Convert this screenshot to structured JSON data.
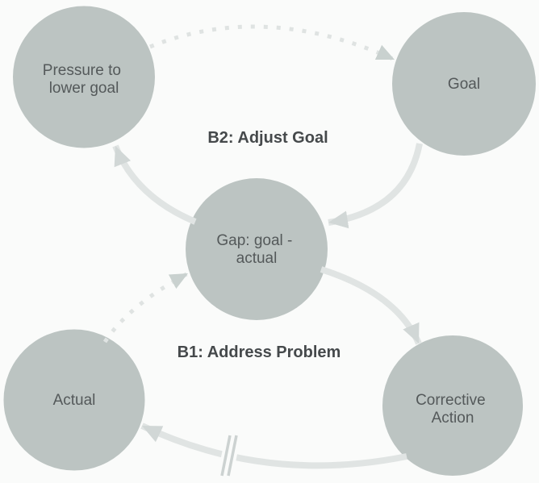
{
  "diagram": {
    "type": "causal-loop-diagram",
    "nodes": [
      {
        "id": "pressure-to-lower-goal",
        "lines": [
          "Pressure to",
          "lower goal"
        ]
      },
      {
        "id": "goal",
        "label": "Goal"
      },
      {
        "id": "gap-goal-actual",
        "lines": [
          "Gap: goal -",
          "actual"
        ]
      },
      {
        "id": "actual",
        "label": "Actual"
      },
      {
        "id": "corrective-action",
        "lines": [
          "Corrective",
          "Action"
        ]
      }
    ],
    "loops": [
      {
        "id": "b2",
        "label": "B2: Adjust Goal"
      },
      {
        "id": "b1",
        "label": "B1: Address Problem"
      }
    ],
    "edges": [
      {
        "from": "pressure-to-lower-goal",
        "to": "goal",
        "style": "dotted"
      },
      {
        "from": "goal",
        "to": "gap-goal-actual",
        "style": "solid"
      },
      {
        "from": "gap-goal-actual",
        "to": "pressure-to-lower-goal",
        "style": "solid"
      },
      {
        "from": "actual",
        "to": "gap-goal-actual",
        "style": "dotted"
      },
      {
        "from": "gap-goal-actual",
        "to": "corrective-action",
        "style": "solid"
      },
      {
        "from": "corrective-action",
        "to": "actual",
        "style": "solid",
        "delay": true
      }
    ],
    "colors": {
      "background": "#fafbfa",
      "node_fill": "#bcc4c2",
      "node_text": "#54595a",
      "loop_text": "#45494b",
      "arrow": "#e0e4e3",
      "arrowhead": "#d1d7d6",
      "dotted_arrow": "#dfe3e2",
      "dotted_arrowhead": "#c9d1cf",
      "delay_mark": "#ccd2d1"
    }
  }
}
